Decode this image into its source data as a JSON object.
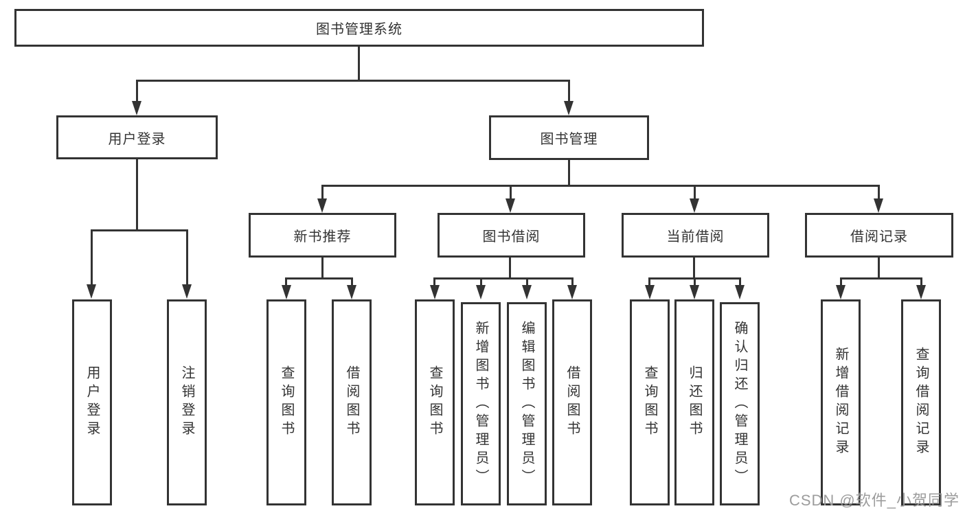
{
  "diagram": {
    "type": "hierarchy-tree",
    "title": "图书管理系统",
    "levels": 4
  },
  "nodes": {
    "root": "图书管理系统",
    "user_login": "用户登录",
    "book_mgmt": "图书管理",
    "new_book_rec": "新书推荐",
    "book_borrow": "图书借阅",
    "current_borrow": "当前借阅",
    "borrow_record": "借阅记录",
    "leaf_user_login": "用户登录",
    "leaf_logout": "注销登录",
    "leaf_query_book_rec": "查询图书",
    "leaf_borrow_book_rec": "借阅图书",
    "leaf_query_book_borrow": "查询图书",
    "leaf_add_book_admin": "新增图书（管理员）",
    "leaf_edit_book_admin": "编辑图书（管理员）",
    "leaf_borrow_book_borrow": "借阅图书",
    "leaf_query_book_current": "查询图书",
    "leaf_return_book": "归还图书",
    "leaf_confirm_return_admin": "确认归还（管理员）",
    "leaf_add_borrow_record": "新增借阅记录",
    "leaf_query_borrow_record": "查询借阅记录"
  },
  "edges": [
    [
      "图书管理系统",
      "用户登录"
    ],
    [
      "图书管理系统",
      "图书管理"
    ],
    [
      "用户登录",
      "用户登录"
    ],
    [
      "用户登录",
      "注销登录"
    ],
    [
      "图书管理",
      "新书推荐"
    ],
    [
      "图书管理",
      "图书借阅"
    ],
    [
      "图书管理",
      "当前借阅"
    ],
    [
      "图书管理",
      "借阅记录"
    ],
    [
      "新书推荐",
      "查询图书"
    ],
    [
      "新书推荐",
      "借阅图书"
    ],
    [
      "图书借阅",
      "查询图书"
    ],
    [
      "图书借阅",
      "新增图书（管理员）"
    ],
    [
      "图书借阅",
      "编辑图书（管理员）"
    ],
    [
      "图书借阅",
      "借阅图书"
    ],
    [
      "当前借阅",
      "查询图书"
    ],
    [
      "当前借阅",
      "归还图书"
    ],
    [
      "当前借阅",
      "确认归还（管理员）"
    ],
    [
      "借阅记录",
      "新增借阅记录"
    ],
    [
      "借阅记录",
      "查询借阅记录"
    ]
  ],
  "watermark": "CSDN @软件_小贺同学",
  "colors": {
    "line": "#333333",
    "text": "#333333",
    "box_background": "#ffffff",
    "page_background": "#ffffff",
    "watermark": "#9c9c9c"
  }
}
